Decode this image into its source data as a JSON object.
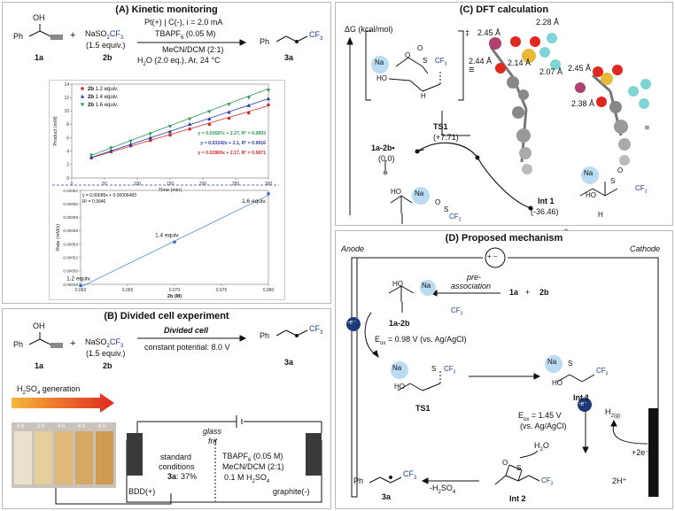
{
  "colors": {
    "accent_blue": "#1a3a9a",
    "highlight": "#b9dcf3",
    "red": "#d42b2b",
    "green": "#2a9b5a",
    "navy": "#2a3cb0"
  },
  "panelA": {
    "title": "(A) Kinetic monitoring",
    "r1_oh": "OH",
    "r1_ph": "Ph",
    "r1_label": "1a",
    "plus": "+",
    "reagent": "NaSO",
    "reagent_sub": "2",
    "reagent_cf3": "CF",
    "reagent_cf3_sub": "3",
    "reagent_equiv": "(1.5 equiv.)",
    "reagent_label": "2b",
    "cond1": "Pt(+) | C(-), i = 2.0 mA",
    "cond2": "TBAPF",
    "cond2_sub": "6",
    "cond2_tail": " (0.05 M)",
    "cond3": "MeCN/DCM (2:1)",
    "cond4": "H",
    "cond4_sub": "2",
    "cond4_tail": "O (2.0 eq.), Ar, 24 °C",
    "product_ph": "Ph",
    "product_cf3": "CF",
    "product_label": "3a"
  },
  "chart_data": [
    {
      "type": "scatter",
      "xlabel": "Time (min)",
      "ylabel": "Product (mM)",
      "xlim": [
        0,
        300
      ],
      "ylim": [
        0,
        14
      ],
      "xticks": [
        "0",
        "50",
        "100",
        "150",
        "200",
        "250",
        "300"
      ],
      "yticks": [
        "0",
        "2",
        "4",
        "6",
        "8",
        "10",
        "12",
        "14"
      ],
      "legend": [
        {
          "bold": "2b",
          "text": " 1.2 equiv.",
          "color": "#d42b2b",
          "marker": "circle"
        },
        {
          "bold": "2b",
          "text": " 1.4 equiv.",
          "color": "#2a3cb0",
          "marker": "triangle"
        },
        {
          "bold": "2b",
          "text": " 1.6 equiv.",
          "color": "#2a9b5a",
          "marker": "tri-down"
        }
      ],
      "fits": [
        {
          "label": "y = 0.03687x + 2.27, R² = 0.9893",
          "color": "#2a9b5a"
        },
        {
          "label": "y = 0.03242x + 2.1, R² = 0.9916",
          "color": "#2a3cb0"
        },
        {
          "label": "y = 0.02869x + 2.17, R² = 0.9871",
          "color": "#d42b2b"
        }
      ],
      "series": [
        {
          "name": "2b 1.2 equiv.",
          "color": "#d42b2b",
          "marker": "circle",
          "x": [
            30,
            60,
            90,
            120,
            150,
            180,
            210,
            240,
            270,
            300
          ],
          "y": [
            3.0,
            3.9,
            4.8,
            5.6,
            6.4,
            7.3,
            8.0,
            8.9,
            9.7,
            10.9
          ],
          "slope": 0.02869,
          "intercept": 2.17
        },
        {
          "name": "2b 1.4 equiv.",
          "color": "#2a3cb0",
          "marker": "triangle",
          "x": [
            30,
            60,
            90,
            120,
            150,
            180,
            210,
            240,
            270,
            300
          ],
          "y": [
            3.1,
            4.1,
            5.0,
            6.0,
            6.9,
            8.0,
            8.8,
            9.8,
            10.8,
            11.8
          ],
          "slope": 0.03242,
          "intercept": 2.1
        },
        {
          "name": "2b 1.6 equiv.",
          "color": "#2a9b5a",
          "marker": "tri-down",
          "x": [
            30,
            60,
            90,
            120,
            150,
            180,
            210,
            240,
            270,
            300
          ],
          "y": [
            3.4,
            4.5,
            5.5,
            6.6,
            7.7,
            8.8,
            9.9,
            11.0,
            12.0,
            13.1
          ],
          "slope": 0.03687,
          "intercept": 2.27
        }
      ]
    },
    {
      "type": "scatter",
      "xlabel": "2b (M)",
      "ylabel": "Rate (mM/s)",
      "xlim": [
        0.06,
        0.08
      ],
      "ylim": [
        0.00048,
        0.00062
      ],
      "xticks": [
        "0.060",
        "0.065",
        "0.070",
        "0.075",
        "0.080"
      ],
      "yticks": [
        "0.00048",
        "0.00050",
        "0.00052",
        "0.00054",
        "0.00056",
        "0.00058",
        "0.00060",
        "0.00062"
      ],
      "fit": {
        "label": "y = 0.00685x + 0.00006483",
        "r2": "R² = 0.9940",
        "slope": 0.00685,
        "intercept": 6.483e-05
      },
      "points": [
        {
          "x": 0.06,
          "y": 0.000478,
          "label": "1.2 equiv."
        },
        {
          "x": 0.07,
          "y": 0.000543,
          "label": "1.4 equiv."
        },
        {
          "x": 0.08,
          "y": 0.000615,
          "label": "1.6 equiv."
        }
      ]
    }
  ],
  "panelB": {
    "title": "(B) Divided cell experiment",
    "cond_top": "Divided cell",
    "cond_bottom": "constant potential: 8.0 V",
    "h2so4_gen": "H",
    "h2so4_sub1": "2",
    "h2so4_mid": "SO",
    "h2so4_sub2": "4",
    "h2so4_tail": " generation",
    "vial_times": [
      "0 h",
      "2 h",
      "4 h",
      "6 h",
      "8 h"
    ],
    "glass": "glass",
    "frit": "frit",
    "std1": "standard",
    "std2": "conditions",
    "std3_bold": "3a",
    "std3": ": 37%",
    "el1": "TBAPF",
    "el1_sub": "6",
    "el1_tail": " (0.05 M)",
    "el2": "MeCN/DCM (2:1)",
    "el3": "0.1 M H",
    "el3_sub1": "2",
    "el3_mid": "SO",
    "el3_sub2": "4",
    "bdd": "BDD(+)",
    "graphite": "graphite(-)"
  },
  "panelC": {
    "title": "(C) DFT calculation",
    "axis": "ΔG (kcal/mol)",
    "dagger": "‡",
    "equiv": "≡",
    "ts1": "TS1",
    "ts1_val": "(+7.71)",
    "start": "1a-2b•",
    "start_val": "(0.0)",
    "int1": "Int 1",
    "int1_val": "(-36.46)",
    "dists1": [
      "2.45 Å",
      "2.28 Å",
      "2.44 Å",
      "2.14 Å",
      "2.07 Å"
    ],
    "dists2": [
      "2.45 Å",
      "2.38 Å"
    ],
    "equiv2": "≡",
    "na": "Na",
    "ho": "HO",
    "h": "H",
    "cf3": "CF",
    "s": "S",
    "o": "O"
  },
  "panelD": {
    "title": "(D) Proposed mechanism",
    "anode": "Anode",
    "cathode": "Cathode",
    "pm": "+ −",
    "pre1": "pre-",
    "pre2": "association",
    "r1": "1a",
    "plus": "+",
    "r2": "2b",
    "comp": "1a-2b",
    "ox1": "E",
    "ox1_sub": "ox",
    "ox1_tail": " = 0.98 V (vs. Ag/AgCl)",
    "e_minus": "-e⁻",
    "ts1": "TS1",
    "int1": "Int 1",
    "ox2": "E",
    "ox2_sub": "ox",
    "ox2_tail": " = 1.45 V",
    "ox2_line2": "(vs. Ag/AgCl)",
    "h2o": "H",
    "h2o_sub": "2",
    "h2o_tail": "O",
    "h2g": "H",
    "h2g_sub": "2(g)",
    "two_e": "+2e⁻",
    "two_h": "2H⁺",
    "minus_h2so4": "-H",
    "mh_sub1": "2",
    "mh_mid": "SO",
    "mh_sub2": "4",
    "product_label": "3a",
    "int2": "Int 2"
  }
}
